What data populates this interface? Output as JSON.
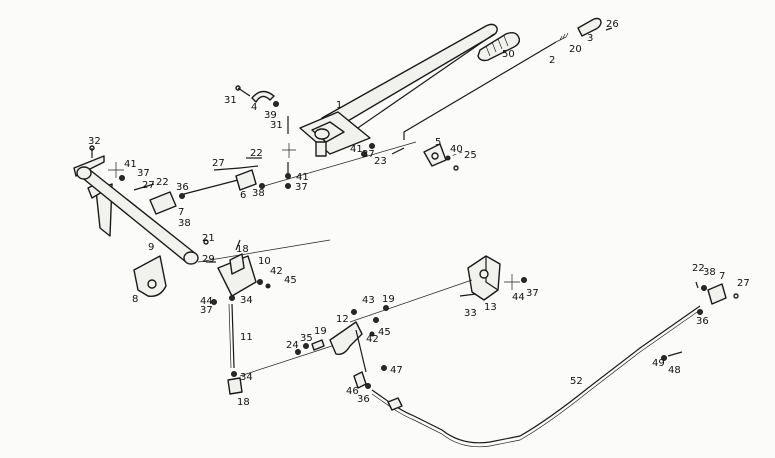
{
  "labels": {
    "l1": "1",
    "l2": "2",
    "l3": "3",
    "l4": "4",
    "l5": "5",
    "l6": "6",
    "l7a": "7",
    "l7b": "7",
    "l8": "8",
    "l9": "9",
    "l10": "10",
    "l11": "11",
    "l12": "12",
    "l13": "13",
    "l18a": "18",
    "l18b": "18",
    "l19a": "19",
    "l19b": "19",
    "l20": "20",
    "l21": "21",
    "l22a": "22",
    "l22b": "22",
    "l22c": "22",
    "l23": "23",
    "l24": "24",
    "l25": "25",
    "l26": "26",
    "l27a": "27",
    "l27b": "27",
    "l27c": "27",
    "l29": "29",
    "l31a": "31",
    "l31b": "31",
    "l32": "32",
    "l33": "33",
    "l34a": "34",
    "l34b": "34",
    "l35": "35",
    "l36a": "36",
    "l36b": "36",
    "l36c": "36",
    "l37a": "37",
    "l37b": "37",
    "l37c": "37",
    "l37d": "37",
    "l37e": "37",
    "l38a": "38",
    "l38b": "38",
    "l38c": "38",
    "l39": "39",
    "l40": "40",
    "l41a": "41",
    "l41b": "41",
    "l41c": "41",
    "l42a": "42",
    "l42b": "42",
    "l43": "43",
    "l44a": "44",
    "l44b": "44",
    "l45a": "45",
    "l45b": "45",
    "l46": "46",
    "l47": "47",
    "l48": "48",
    "l49": "49",
    "l50": "50",
    "l52": "52"
  }
}
